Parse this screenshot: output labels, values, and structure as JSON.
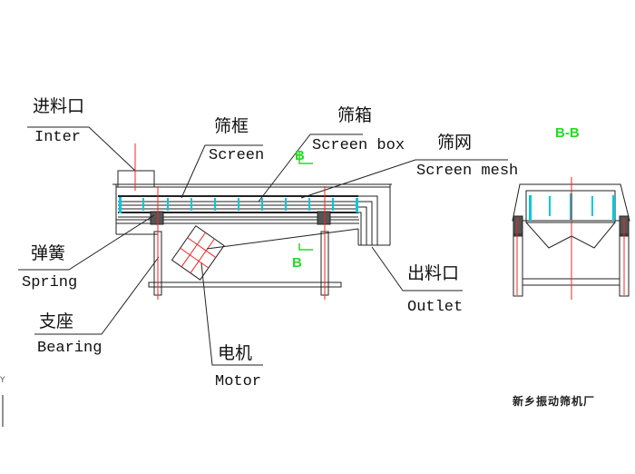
{
  "title": "Linear vibrating screen structure diagram",
  "labels": {
    "inlet": {
      "zh": "进料口",
      "en": "Inter"
    },
    "screen_frame": {
      "zh": "筛框",
      "en": "Screen"
    },
    "screen_box": {
      "zh": "筛箱",
      "en": "Screen box"
    },
    "screen_mesh": {
      "zh": "筛网",
      "en": "Screen mesh"
    },
    "spring": {
      "zh": "弹簧",
      "en": "Spring"
    },
    "bearing": {
      "zh": "支座",
      "en": "Bearing"
    },
    "motor": {
      "zh": "电机",
      "en": "Motor"
    },
    "outlet": {
      "zh": "出料口",
      "en": "Outlet"
    }
  },
  "section": {
    "marker": "B",
    "title": "B-B"
  },
  "manufacturer": "新乡振动筛机厂",
  "axis_label": "Y",
  "colors": {
    "line": "#222222",
    "center": "#ff2020",
    "mesh": "#00c8dc",
    "section": "#22dd22"
  }
}
